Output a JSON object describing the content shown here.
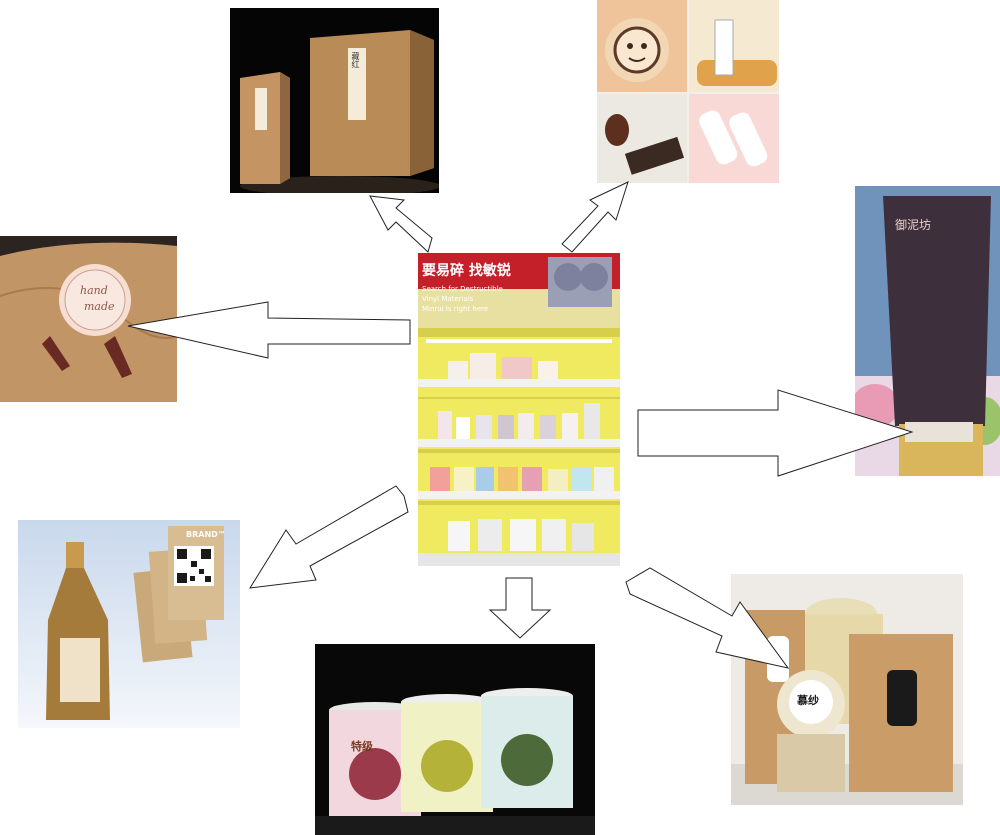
{
  "center": {
    "banner_slogan": "要易碎 找敏锐",
    "banner_en_1": "Search for Destructible",
    "banner_en_2": "Vinyl Materials",
    "banner_en_3": "Minrui is right here"
  },
  "top_left": {
    "box_label": "藏红"
  },
  "left_top": {
    "sticker_line_1": "hand",
    "sticker_line_2": "made"
  },
  "left_bottom": {
    "brand_label": "BRAND™"
  },
  "right_top": {
    "tube_brand": "御泥坊"
  },
  "bottom_center": {
    "jar_label": "特级"
  },
  "bottom_right": {
    "box_label": "慕纱"
  }
}
